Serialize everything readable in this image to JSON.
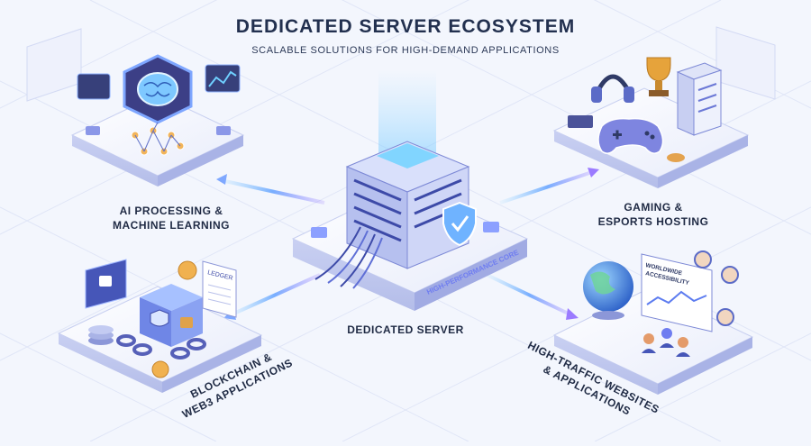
{
  "header": {
    "title": "DEDICATED SERVER ECOSYSTEM",
    "subtitle": "SCALABLE SOLUTIONS FOR HIGH-DEMAND APPLICATIONS"
  },
  "center": {
    "label": "DEDICATED SERVER",
    "platform_text": "HIGH-PERFORMANCE CORE"
  },
  "nodes": {
    "ai": {
      "line1": "AI PROCESSING &",
      "line2": "MACHINE LEARNING"
    },
    "gaming": {
      "line1": "GAMING &",
      "line2": "ESPORTS HOSTING"
    },
    "blockchain": {
      "line1": "BLOCKCHAIN &",
      "line2": "WEB3 APPLICATIONS",
      "ledger_text": "LEDGER"
    },
    "web": {
      "line1": "HIGH-TRAFFIC WEBSITES",
      "line2": "& APPLICATIONS",
      "screen_text_1": "WORLDWIDE",
      "screen_text_2": "ACCESSIBILITY"
    }
  },
  "colors": {
    "accent": "#6f7df0",
    "deep": "#3d4aa8",
    "glow": "#5fc3ff",
    "platform": "#e7ebfb",
    "text": "#1f2a44"
  }
}
